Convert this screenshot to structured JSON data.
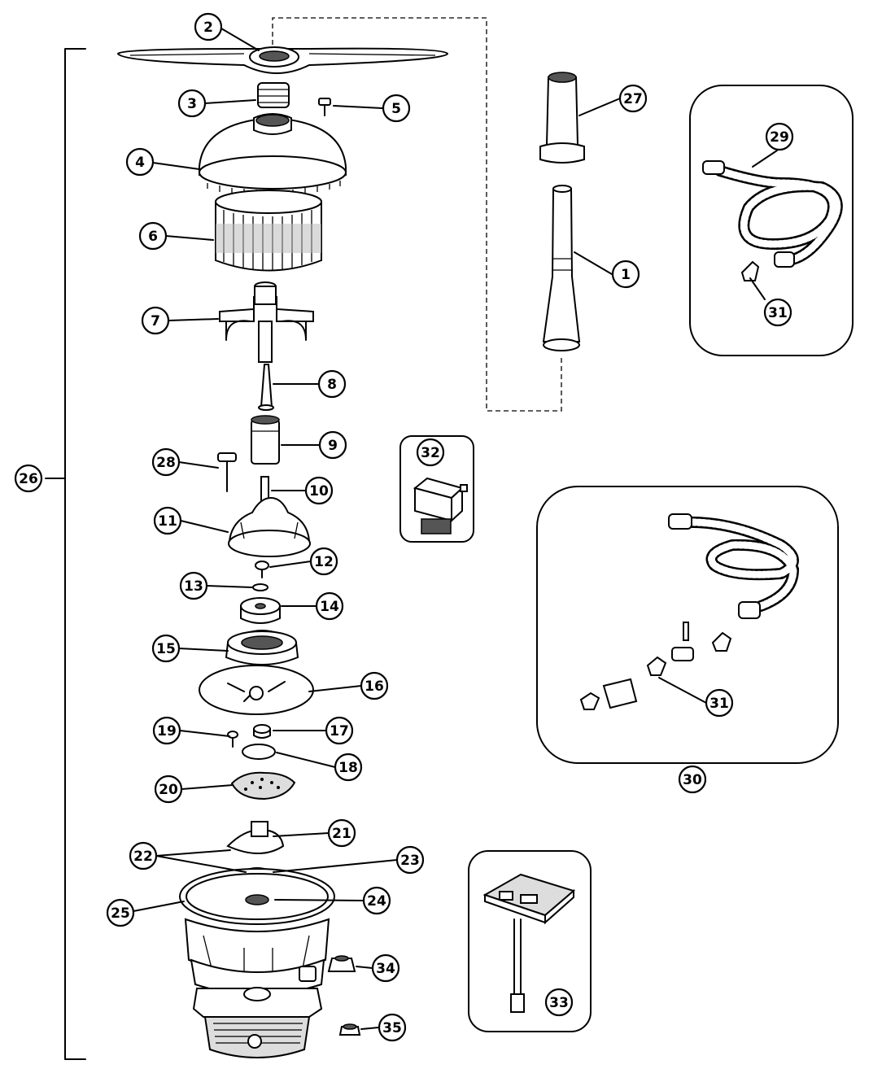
{
  "parts": [
    {
      "id": "1",
      "label": "1"
    },
    {
      "id": "2",
      "label": "2"
    },
    {
      "id": "3",
      "label": "3"
    },
    {
      "id": "4",
      "label": "4"
    },
    {
      "id": "5",
      "label": "5"
    },
    {
      "id": "6",
      "label": "6"
    },
    {
      "id": "7",
      "label": "7"
    },
    {
      "id": "8",
      "label": "8"
    },
    {
      "id": "9",
      "label": "9"
    },
    {
      "id": "10",
      "label": "10"
    },
    {
      "id": "11",
      "label": "11"
    },
    {
      "id": "12",
      "label": "12"
    },
    {
      "id": "13",
      "label": "13"
    },
    {
      "id": "14",
      "label": "14"
    },
    {
      "id": "15",
      "label": "15"
    },
    {
      "id": "16",
      "label": "16"
    },
    {
      "id": "17",
      "label": "17"
    },
    {
      "id": "18",
      "label": "18"
    },
    {
      "id": "19",
      "label": "19"
    },
    {
      "id": "20",
      "label": "20"
    },
    {
      "id": "21",
      "label": "21"
    },
    {
      "id": "22",
      "label": "22"
    },
    {
      "id": "23",
      "label": "23"
    },
    {
      "id": "24",
      "label": "24"
    },
    {
      "id": "25",
      "label": "25"
    },
    {
      "id": "26",
      "label": "26"
    },
    {
      "id": "27",
      "label": "27"
    },
    {
      "id": "28",
      "label": "28"
    },
    {
      "id": "29",
      "label": "29"
    },
    {
      "id": "30",
      "label": "30"
    },
    {
      "id": "31",
      "label": "31"
    },
    {
      "id": "32",
      "label": "32"
    },
    {
      "id": "33",
      "label": "33"
    },
    {
      "id": "34",
      "label": "34"
    },
    {
      "id": "35",
      "label": "35"
    }
  ]
}
